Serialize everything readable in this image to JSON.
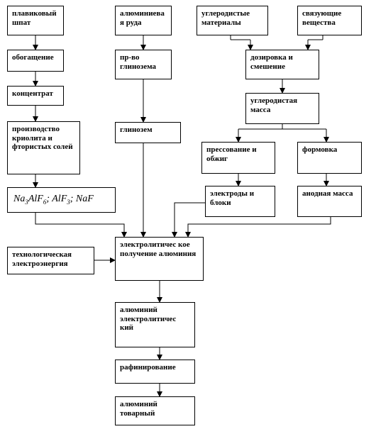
{
  "nodes": {
    "n_apatite": "плавиковый шпат",
    "n_enrich": "обогащение",
    "n_concentrate": "концентрат",
    "n_cryolite": "производство криолита и фтористых солей",
    "n_formula": {
      "f1": "Na",
      "f1s": "3",
      "f2": "AlF",
      "f2s": "6",
      "f3": "; AlF",
      "f3s": "3",
      "f4": "; NaF"
    },
    "n_ore": "алюминиевая руда",
    "n_alumina_prod": "пр-во глинозема",
    "n_alumina": "глинозем",
    "n_carbon_mat": "углеродистые материалы",
    "n_binders": "связующие вещества",
    "n_dosing": "дозировка и смешение",
    "n_carbon_mass": "углеродистая масса",
    "n_pressing": "прессование и обжиг",
    "n_forming": "формовка",
    "n_electrodes": "электроды и блоки",
    "n_anode_mass": "анодная масса",
    "n_electricity": "технологическая электроэнергия",
    "n_electrolysis": "электролитичес кое получение алюминия",
    "n_al_electro": "алюминий электролитичес кий",
    "n_refining": "рафинирование",
    "n_al_commercial": "алюминий товарный"
  }
}
